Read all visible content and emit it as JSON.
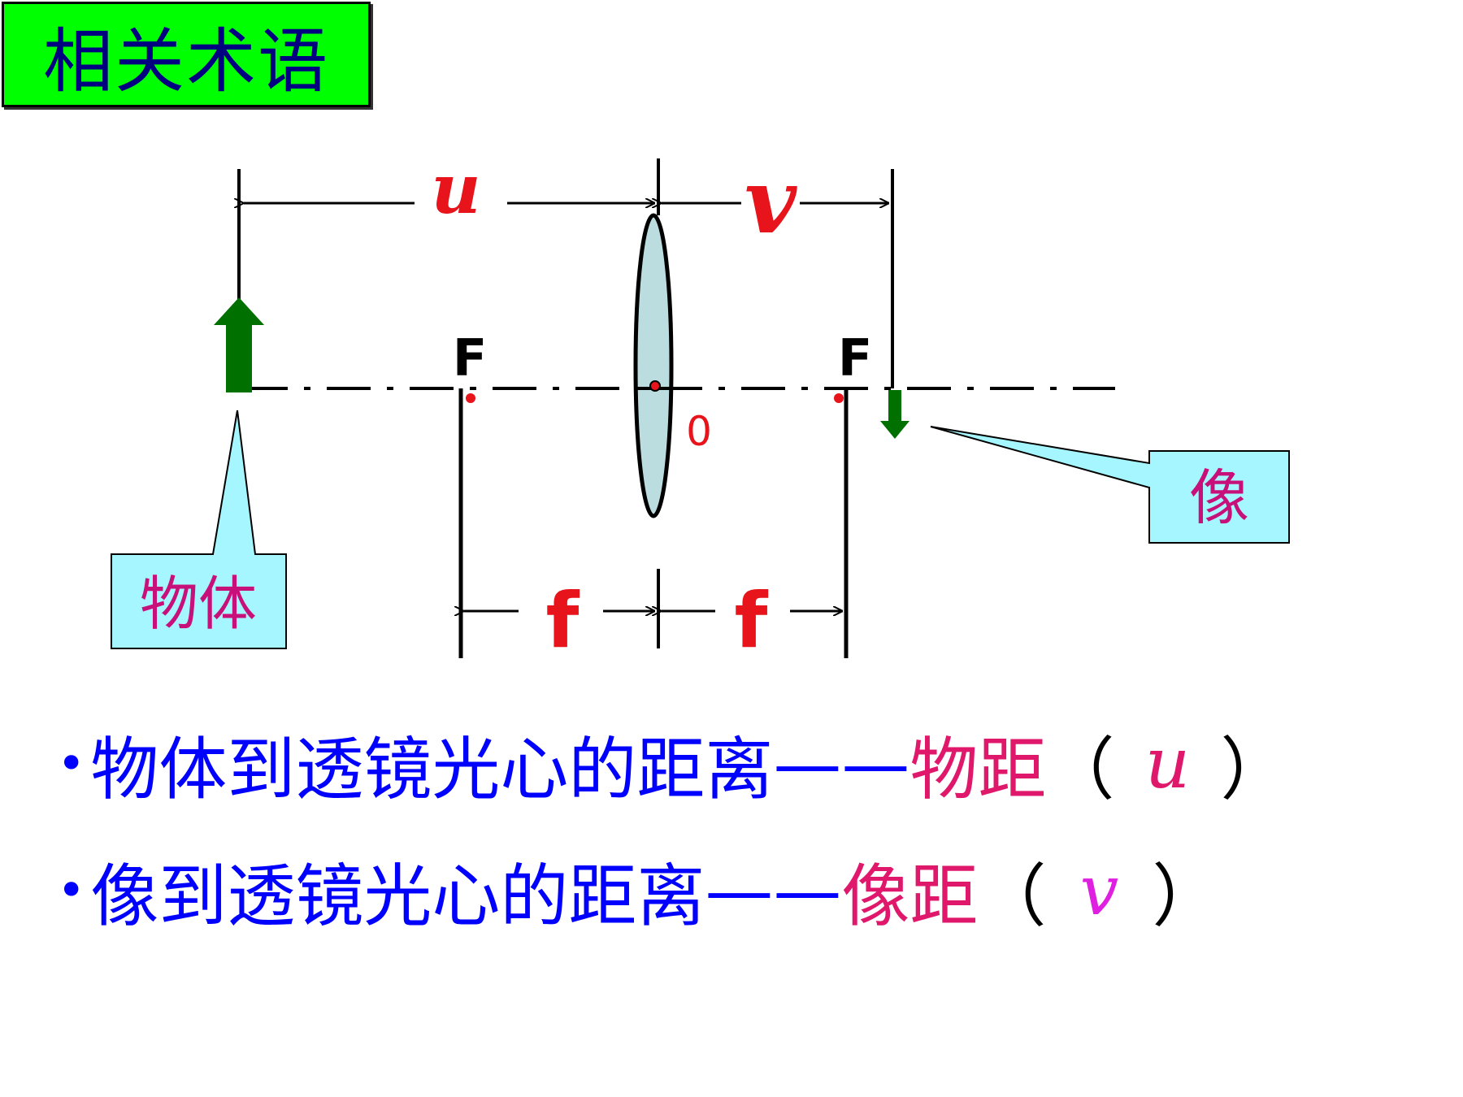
{
  "title": "相关术语",
  "diagram": {
    "labels": {
      "u": "u",
      "v": "v",
      "f_left": "f",
      "f_right": "f",
      "focus_left": "F",
      "focus_right": "F",
      "optical_center": "0",
      "object_callout": "物体",
      "image_callout": "像"
    },
    "colors": {
      "dimension_symbol": "#e8141c",
      "arrow": "#007000",
      "lens_fill": "#bcdde0",
      "callout_fill": "#a6f6ff",
      "callout_text": "#c8107a",
      "focus_dot": "#e8141c"
    }
  },
  "definitions": [
    {
      "bullet": "•",
      "term": "物体到透镜光心的距离",
      "dash": "——",
      "name": "物距",
      "open": "（",
      "symbol": "u",
      "close": "）",
      "symbol_color": "#e0186c"
    },
    {
      "bullet": "•",
      "term": "像到透镜光心的距离",
      "dash": "——",
      "name": "像距",
      "open": "（",
      "symbol": "v",
      "close": "）",
      "symbol_color": "#e020e0"
    }
  ]
}
